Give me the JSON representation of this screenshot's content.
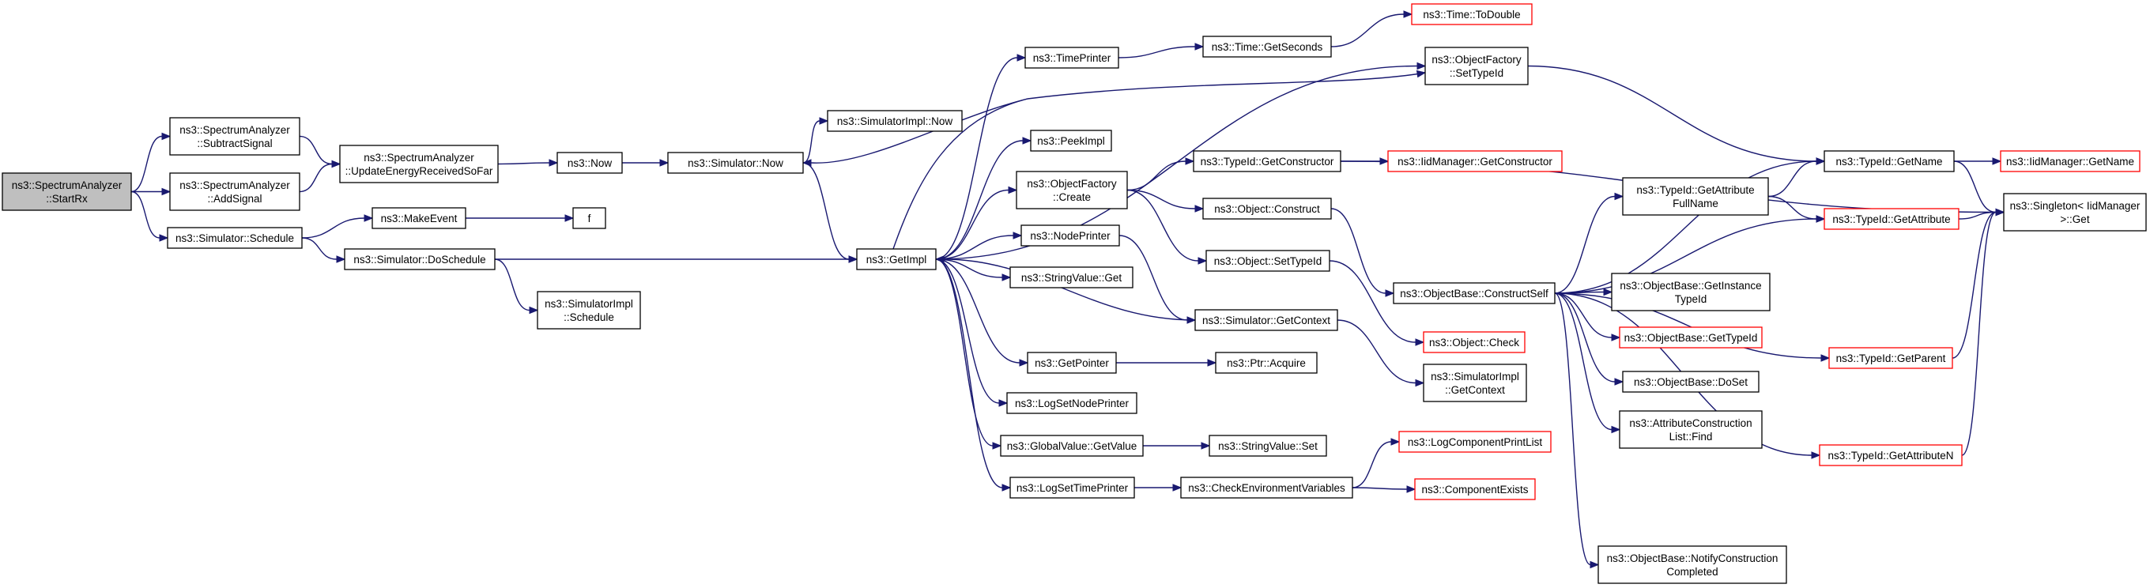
{
  "colors": {
    "edge": "#191970",
    "node_border": "#000000",
    "node_border_truncated": "#ff0000",
    "root_fill": "#bfbfbf",
    "background": "#ffffff"
  },
  "nodes": {
    "startrx": {
      "lines": [
        "ns3::SpectrumAnalyzer",
        "::StartRx"
      ],
      "root": true
    },
    "subtract": {
      "lines": [
        "ns3::SpectrumAnalyzer",
        "::SubtractSignal"
      ]
    },
    "addsignal": {
      "lines": [
        "ns3::SpectrumAnalyzer",
        "::AddSignal"
      ]
    },
    "schedule": {
      "lines": [
        "ns3::Simulator::Schedule"
      ]
    },
    "update": {
      "lines": [
        "ns3::SpectrumAnalyzer",
        "::UpdateEnergyReceivedSoFar"
      ]
    },
    "makeevent": {
      "lines": [
        "ns3::MakeEvent"
      ]
    },
    "doschedule": {
      "lines": [
        "ns3::Simulator::DoSchedule"
      ]
    },
    "now": {
      "lines": [
        "ns3::Now"
      ]
    },
    "f": {
      "lines": [
        "f"
      ]
    },
    "implschedule": {
      "lines": [
        "ns3::SimulatorImpl",
        "::Schedule"
      ]
    },
    "simnow": {
      "lines": [
        "ns3::Simulator::Now"
      ]
    },
    "implnow": {
      "lines": [
        "ns3::SimulatorImpl::Now"
      ]
    },
    "getimpl": {
      "lines": [
        "ns3::GetImpl"
      ]
    },
    "timeprinter": {
      "lines": [
        "ns3::TimePrinter"
      ]
    },
    "peekimpl": {
      "lines": [
        "ns3::PeekImpl"
      ]
    },
    "ofcreate": {
      "lines": [
        "ns3::ObjectFactory",
        "::Create"
      ]
    },
    "nodeprinter": {
      "lines": [
        "ns3::NodePrinter"
      ]
    },
    "svget": {
      "lines": [
        "ns3::StringValue::Get"
      ]
    },
    "getpointer": {
      "lines": [
        "ns3::GetPointer"
      ]
    },
    "logsetnode": {
      "lines": [
        "ns3::LogSetNodePrinter"
      ]
    },
    "gvgetvalue": {
      "lines": [
        "ns3::GlobalValue::GetValue"
      ]
    },
    "logsettime": {
      "lines": [
        "ns3::LogSetTimePrinter"
      ]
    },
    "getseconds": {
      "lines": [
        "ns3::Time::GetSeconds"
      ]
    },
    "todouble": {
      "lines": [
        "ns3::Time::ToDouble"
      ],
      "truncated": true
    },
    "ofsettypeid": {
      "lines": [
        "ns3::ObjectFactory",
        "::SetTypeId"
      ]
    },
    "getconstructor": {
      "lines": [
        "ns3::TypeId::GetConstructor"
      ]
    },
    "objconstruct": {
      "lines": [
        "ns3::Object::Construct"
      ]
    },
    "objsettypeid": {
      "lines": [
        "ns3::Object::SetTypeId"
      ]
    },
    "simgetcontext": {
      "lines": [
        "ns3::Simulator::GetContext"
      ]
    },
    "ptracquire": {
      "lines": [
        "ns3::Ptr::Acquire"
      ]
    },
    "svset": {
      "lines": [
        "ns3::StringValue::Set"
      ]
    },
    "checkenv": {
      "lines": [
        "ns3::CheckEnvironmentVariables"
      ]
    },
    "iidgetconstructor": {
      "lines": [
        "ns3::IidManager::GetConstructor"
      ],
      "truncated": true
    },
    "constructself": {
      "lines": [
        "ns3::ObjectBase::ConstructSelf"
      ]
    },
    "objcheck": {
      "lines": [
        "ns3::Object::Check"
      ],
      "truncated": true
    },
    "implgetcontext": {
      "lines": [
        "ns3::SimulatorImpl",
        "::GetContext"
      ]
    },
    "logcomponent": {
      "lines": [
        "ns3::LogComponentPrintList"
      ],
      "truncated": true
    },
    "compexists": {
      "lines": [
        "ns3::ComponentExists"
      ],
      "truncated": true
    },
    "getattrfullname": {
      "lines": [
        "ns3::TypeId::GetAttribute",
        "FullName"
      ]
    },
    "getinstancetypeid": {
      "lines": [
        "ns3::ObjectBase::GetInstance",
        "TypeId"
      ]
    },
    "obgettypeid": {
      "lines": [
        "ns3::ObjectBase::GetTypeId"
      ],
      "truncated": true
    },
    "doset": {
      "lines": [
        "ns3::ObjectBase::DoSet"
      ]
    },
    "attrfind": {
      "lines": [
        "ns3::AttributeConstruction",
        "List::Find"
      ]
    },
    "notify": {
      "lines": [
        "ns3::ObjectBase::NotifyConstruction",
        "Completed"
      ]
    },
    "getname": {
      "lines": [
        "ns3::TypeId::GetName"
      ]
    },
    "getattribute": {
      "lines": [
        "ns3::TypeId::GetAttribute"
      ],
      "truncated": true
    },
    "getparent": {
      "lines": [
        "ns3::TypeId::GetParent"
      ],
      "truncated": true
    },
    "getattributen": {
      "lines": [
        "ns3::TypeId::GetAttributeN"
      ],
      "truncated": true
    },
    "iidgetname": {
      "lines": [
        "ns3::IidManager::GetName"
      ],
      "truncated": true
    },
    "singletonget": {
      "lines": [
        "ns3::Singleton< IidManager",
        " >::Get"
      ]
    }
  }
}
